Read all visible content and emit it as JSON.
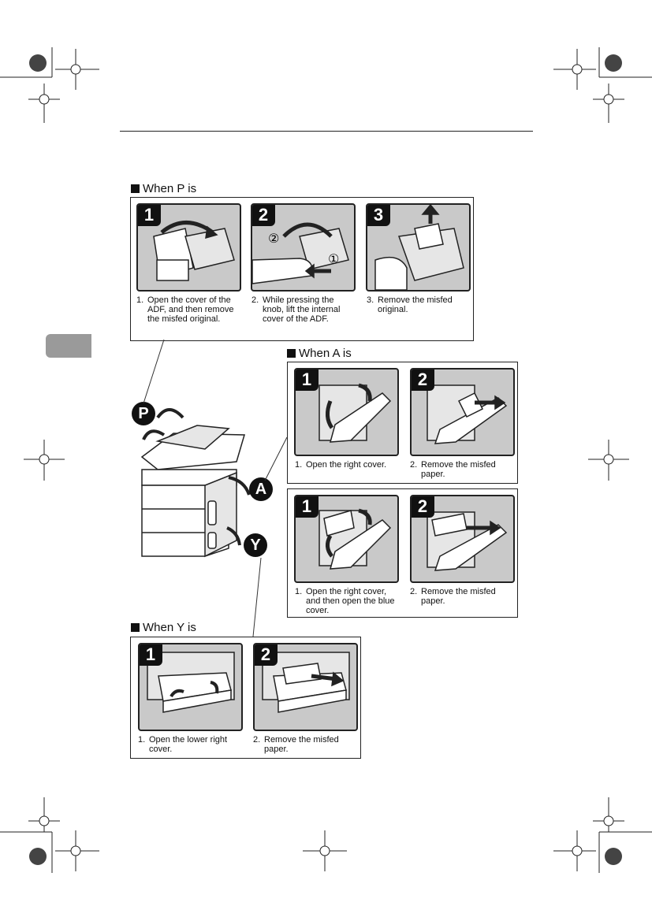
{
  "sections": {
    "p": {
      "heading": "When P is",
      "steps": [
        {
          "num": "1",
          "n": "1.",
          "text": "Open the cover of the ADF, and then remove the misfed original."
        },
        {
          "num": "2",
          "n": "2.",
          "text": "While pressing the knob, lift the internal cover of the ADF."
        },
        {
          "num": "3",
          "n": "3.",
          "text": "Remove the misfed original."
        }
      ]
    },
    "a": {
      "heading": "When A is",
      "upper_steps": [
        {
          "num": "1",
          "n": "1.",
          "text": "Open the right cover."
        },
        {
          "num": "2",
          "n": "2.",
          "text": "Remove the misfed paper."
        }
      ],
      "lower_steps": [
        {
          "num": "1",
          "n": "1.",
          "text": "Open the right cover, and then open the blue cover."
        },
        {
          "num": "2",
          "n": "2.",
          "text": "Remove the misfed paper."
        }
      ]
    },
    "y": {
      "heading": "When Y is",
      "steps": [
        {
          "num": "1",
          "n": "1.",
          "text": "Open the lower right cover."
        },
        {
          "num": "2",
          "n": "2.",
          "text": "Remove the misfed paper."
        }
      ]
    }
  },
  "badges": {
    "p": "P",
    "a": "A",
    "y": "Y"
  },
  "step2_markers": {
    "first": "①",
    "second": "②"
  }
}
